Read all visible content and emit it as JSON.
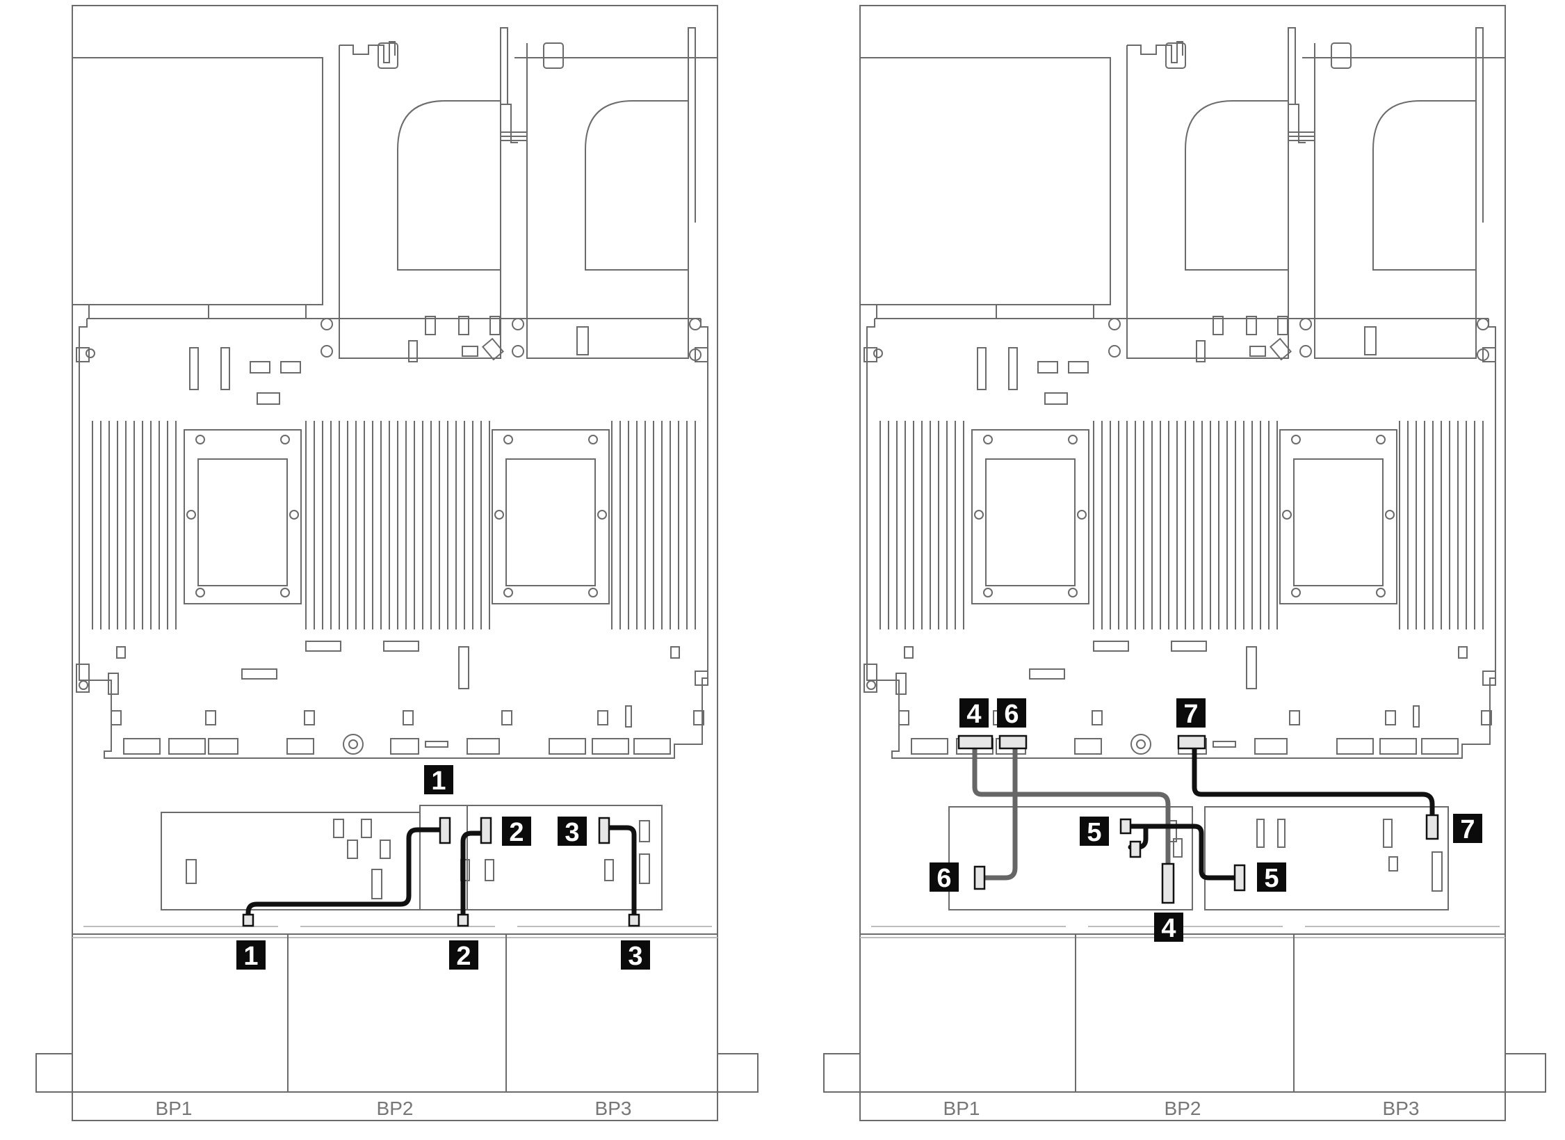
{
  "panels": [
    {
      "id": "left",
      "bp_labels": [
        "BP1",
        "BP2",
        "BP3"
      ],
      "callouts": [
        "1",
        "1",
        "2",
        "2",
        "3",
        "3"
      ]
    },
    {
      "id": "right",
      "bp_labels": [
        "BP1",
        "BP2",
        "BP3"
      ],
      "callouts": [
        "4",
        "6",
        "7",
        "5",
        "6",
        "5",
        "4",
        "7"
      ]
    }
  ],
  "colors": {
    "line": "#6b6b6b",
    "cable_black": "#111111",
    "cable_gray": "#666666",
    "badge": "#0b0b0b"
  }
}
